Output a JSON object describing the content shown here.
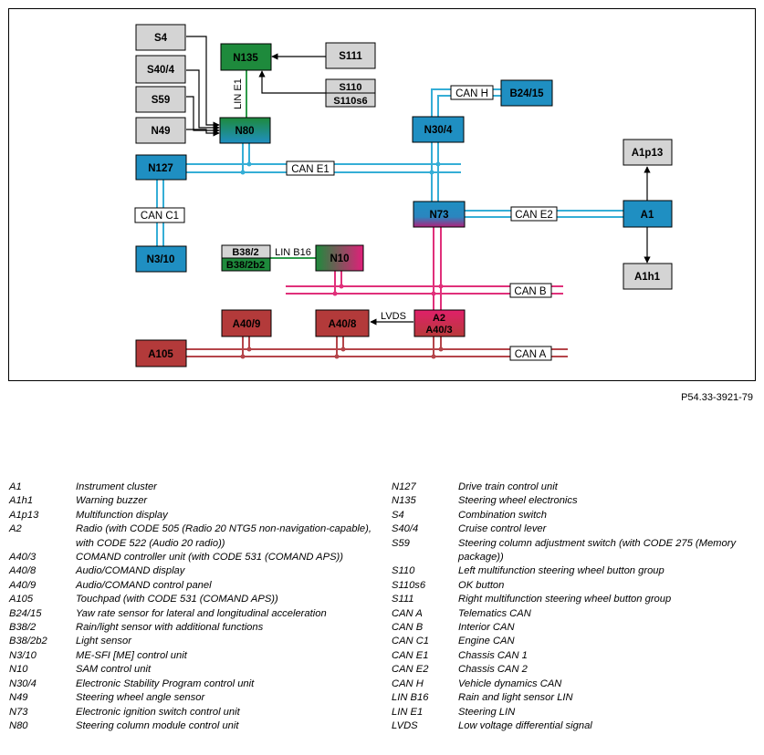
{
  "colors": {
    "blue": "#1f8fc2",
    "green": "#1e8a3c",
    "grey": "#d4d4d4",
    "darkred": "#b33a3a",
    "magenta": "#d6175c",
    "can_c_line": "#b5454a",
    "can_b_line": "#e0307a",
    "blue_line": "#35aed6",
    "green_line": "#2f9a4a"
  },
  "boxes": {
    "s4": "S4",
    "s40_4": "S40/4",
    "s59": "S59",
    "n49": "N49",
    "n135": "N135",
    "s111": "S111",
    "s110": "S110",
    "s110s6": "S110s6",
    "n80": "N80",
    "n127": "N127",
    "n3_10": "N3/10",
    "n30_4": "N30/4",
    "b24_15": "B24/15",
    "n73": "N73",
    "a1": "A1",
    "a1p13": "A1p13",
    "a1h1": "A1h1",
    "b38_2": "B38/2",
    "b38_2b2": "B38/2b2",
    "n10": "N10",
    "a40_9": "A40/9",
    "a40_8": "A40/8",
    "a2": "A2",
    "a40_3": "A40/3",
    "a105": "A105"
  },
  "bus_labels": {
    "can_e1": "CAN E1",
    "can_c1": "CAN C1",
    "can_h": "CAN H",
    "can_e2": "CAN E2",
    "can_b": "CAN B",
    "can_a": "CAN A",
    "lin_b16": "LIN B16",
    "lin_e1": "LIN E1",
    "lvds": "LVDS"
  },
  "doc_id": "P54.33-3921-79",
  "legend_left": [
    {
      "code": "A1",
      "desc": "Instrument cluster"
    },
    {
      "code": "A1h1",
      "desc": "Warning buzzer"
    },
    {
      "code": "A1p13",
      "desc": "Multifunction display"
    },
    {
      "code": "A2",
      "desc": "Radio (with CODE 505 (Radio 20 NTG5 non-navigation-capable), with CODE 522 (Audio 20 radio))"
    },
    {
      "code": "A40/3",
      "desc": "COMAND controller unit (with CODE 531 (COMAND APS))"
    },
    {
      "code": "A40/8",
      "desc": "Audio/COMAND display"
    },
    {
      "code": "A40/9",
      "desc": "Audio/COMAND control panel"
    },
    {
      "code": "A105",
      "desc": "Touchpad (with CODE 531 (COMAND APS))"
    },
    {
      "code": "B24/15",
      "desc": "Yaw rate sensor for lateral and longitudinal acceleration"
    },
    {
      "code": "B38/2",
      "desc": "Rain/light sensor with additional functions"
    },
    {
      "code": "B38/2b2",
      "desc": "Light sensor"
    },
    {
      "code": "N3/10",
      "desc": "ME-SFI [ME] control unit"
    },
    {
      "code": "N10",
      "desc": "SAM control unit"
    },
    {
      "code": "N30/4",
      "desc": "Electronic Stability Program control unit"
    },
    {
      "code": "N49",
      "desc": "Steering wheel angle sensor"
    },
    {
      "code": "N73",
      "desc": "Electronic ignition switch control unit"
    },
    {
      "code": "N80",
      "desc": "Steering column module control unit"
    }
  ],
  "legend_right": [
    {
      "code": "N127",
      "desc": "Drive train control unit"
    },
    {
      "code": "N135",
      "desc": "Steering wheel electronics"
    },
    {
      "code": "S4",
      "desc": "Combination switch"
    },
    {
      "code": "S40/4",
      "desc": "Cruise control lever"
    },
    {
      "code": "S59",
      "desc": "Steering column adjustment switch (with CODE 275 (Memory package))"
    },
    {
      "code": "S110",
      "desc": "Left multifunction steering wheel button group"
    },
    {
      "code": "S110s6",
      "desc": "OK button"
    },
    {
      "code": "S111",
      "desc": "Right multifunction steering wheel button group"
    },
    {
      "code": "CAN A",
      "desc": "Telematics CAN"
    },
    {
      "code": "CAN B",
      "desc": "Interior CAN"
    },
    {
      "code": "CAN C1",
      "desc": "Engine CAN"
    },
    {
      "code": "CAN E1",
      "desc": "Chassis CAN 1"
    },
    {
      "code": "CAN E2",
      "desc": "Chassis CAN 2"
    },
    {
      "code": "CAN H",
      "desc": "Vehicle dynamics CAN"
    },
    {
      "code": "LIN B16",
      "desc": "Rain and light sensor LIN"
    },
    {
      "code": "LIN E1",
      "desc": "Steering LIN"
    },
    {
      "code": "LVDS",
      "desc": "Low voltage differential signal"
    }
  ]
}
